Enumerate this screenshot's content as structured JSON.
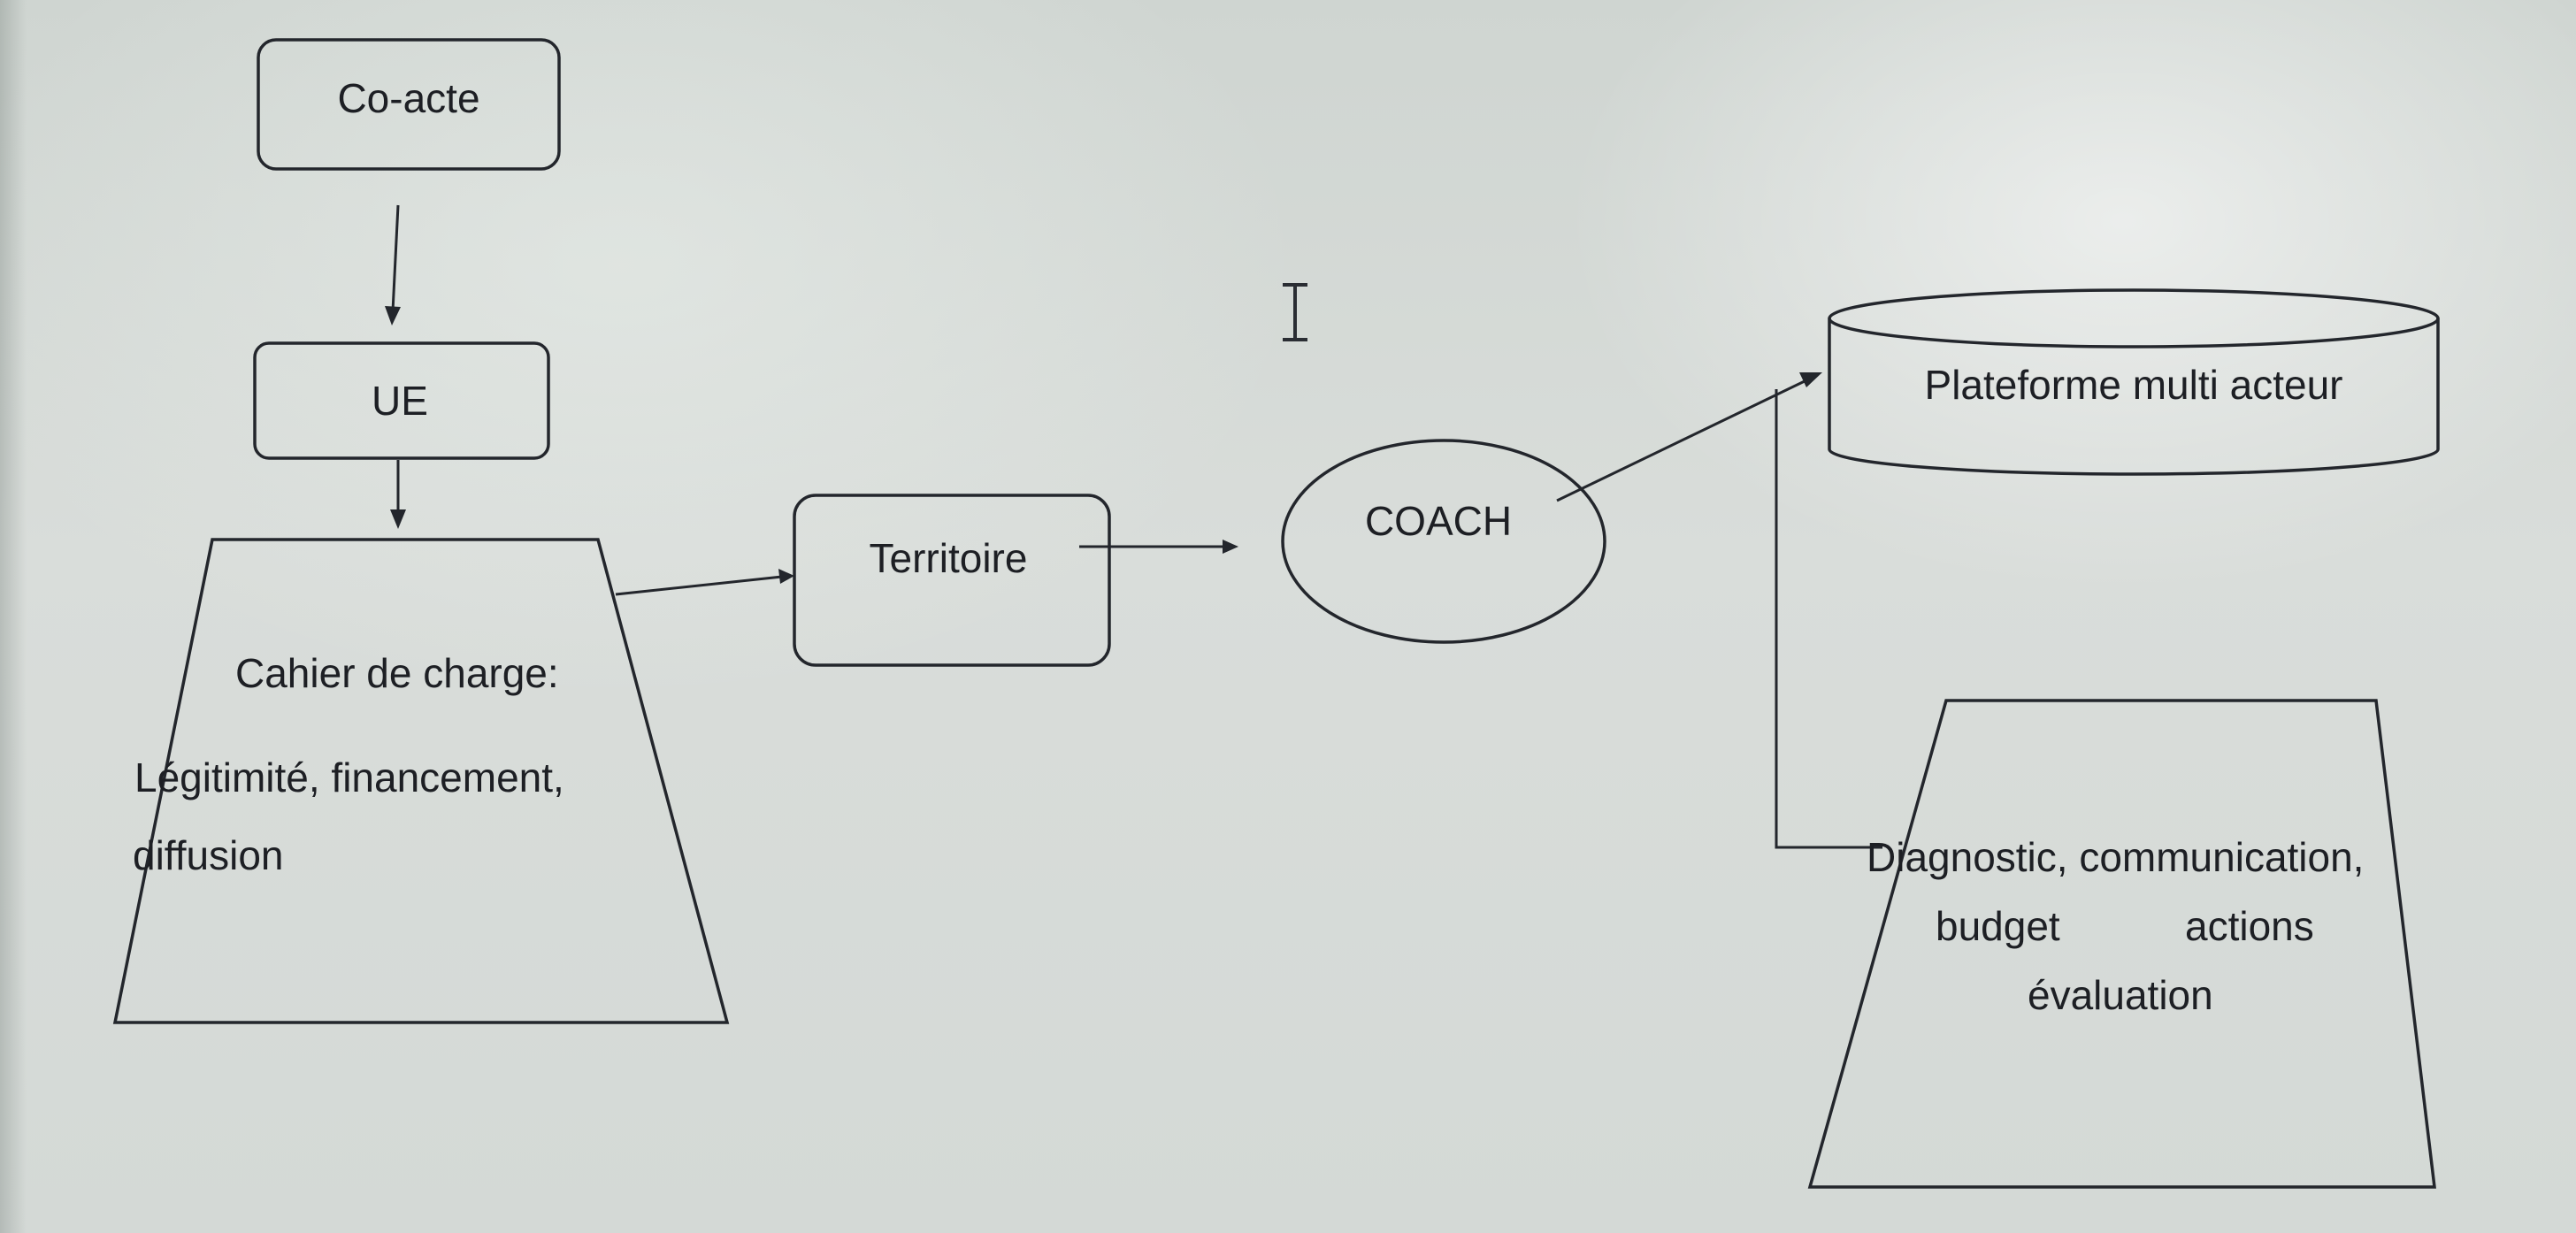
{
  "diagram": {
    "nodes": {
      "co_acte": "Co-acte",
      "ue": "UE",
      "cahier_title": "Cahier de charge:",
      "cahier_line1": "Légitimité,  financement,",
      "cahier_line2": "diffusion",
      "territoire": "Territoire",
      "coach": "COACH",
      "plateforme": "Plateforme multi acteur",
      "actions_line1": "Diagnostic, communication,",
      "actions_line2a": "budget",
      "actions_line2b": "actions",
      "actions_line3": "évaluation"
    },
    "edges": [
      {
        "from": "Co-acte",
        "to": "UE"
      },
      {
        "from": "UE",
        "to": "Cahier de charge"
      },
      {
        "from": "Cahier de charge",
        "to": "Territoire"
      },
      {
        "from": "Territoire",
        "to": "COACH"
      },
      {
        "from": "COACH",
        "to": "Plateforme multi acteur"
      },
      {
        "from": "Plateforme multi acteur",
        "to": "Diagnostic, communication, budget actions évaluation"
      }
    ]
  },
  "cursor": {
    "icon": "text-cursor-icon"
  }
}
